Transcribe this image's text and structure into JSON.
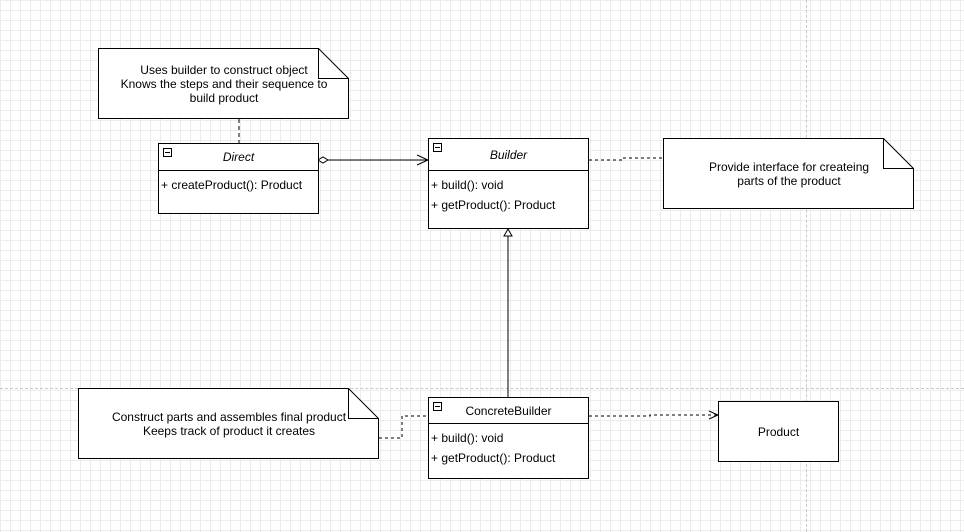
{
  "notes": {
    "director": {
      "line1": "Uses builder to construct object",
      "line2": "Knows the steps and their sequence to",
      "line3": "build product"
    },
    "builder": {
      "line1": "Provide interface for createing",
      "line2": "parts of the product"
    },
    "concrete": {
      "line1": "Construct parts and assembles final product",
      "line2": "Keeps track of product it creates"
    }
  },
  "classes": {
    "director": {
      "name": "Direct",
      "members": [
        "+ createProduct(): Product"
      ]
    },
    "builder": {
      "name": "Builder",
      "members": [
        "+ build(): void",
        "+ getProduct(): Product"
      ]
    },
    "concrete_builder": {
      "name": "ConcreteBuilder",
      "members": [
        "+ build(): void",
        "+ getProduct(): Product"
      ]
    }
  },
  "product": {
    "name": "Product"
  }
}
